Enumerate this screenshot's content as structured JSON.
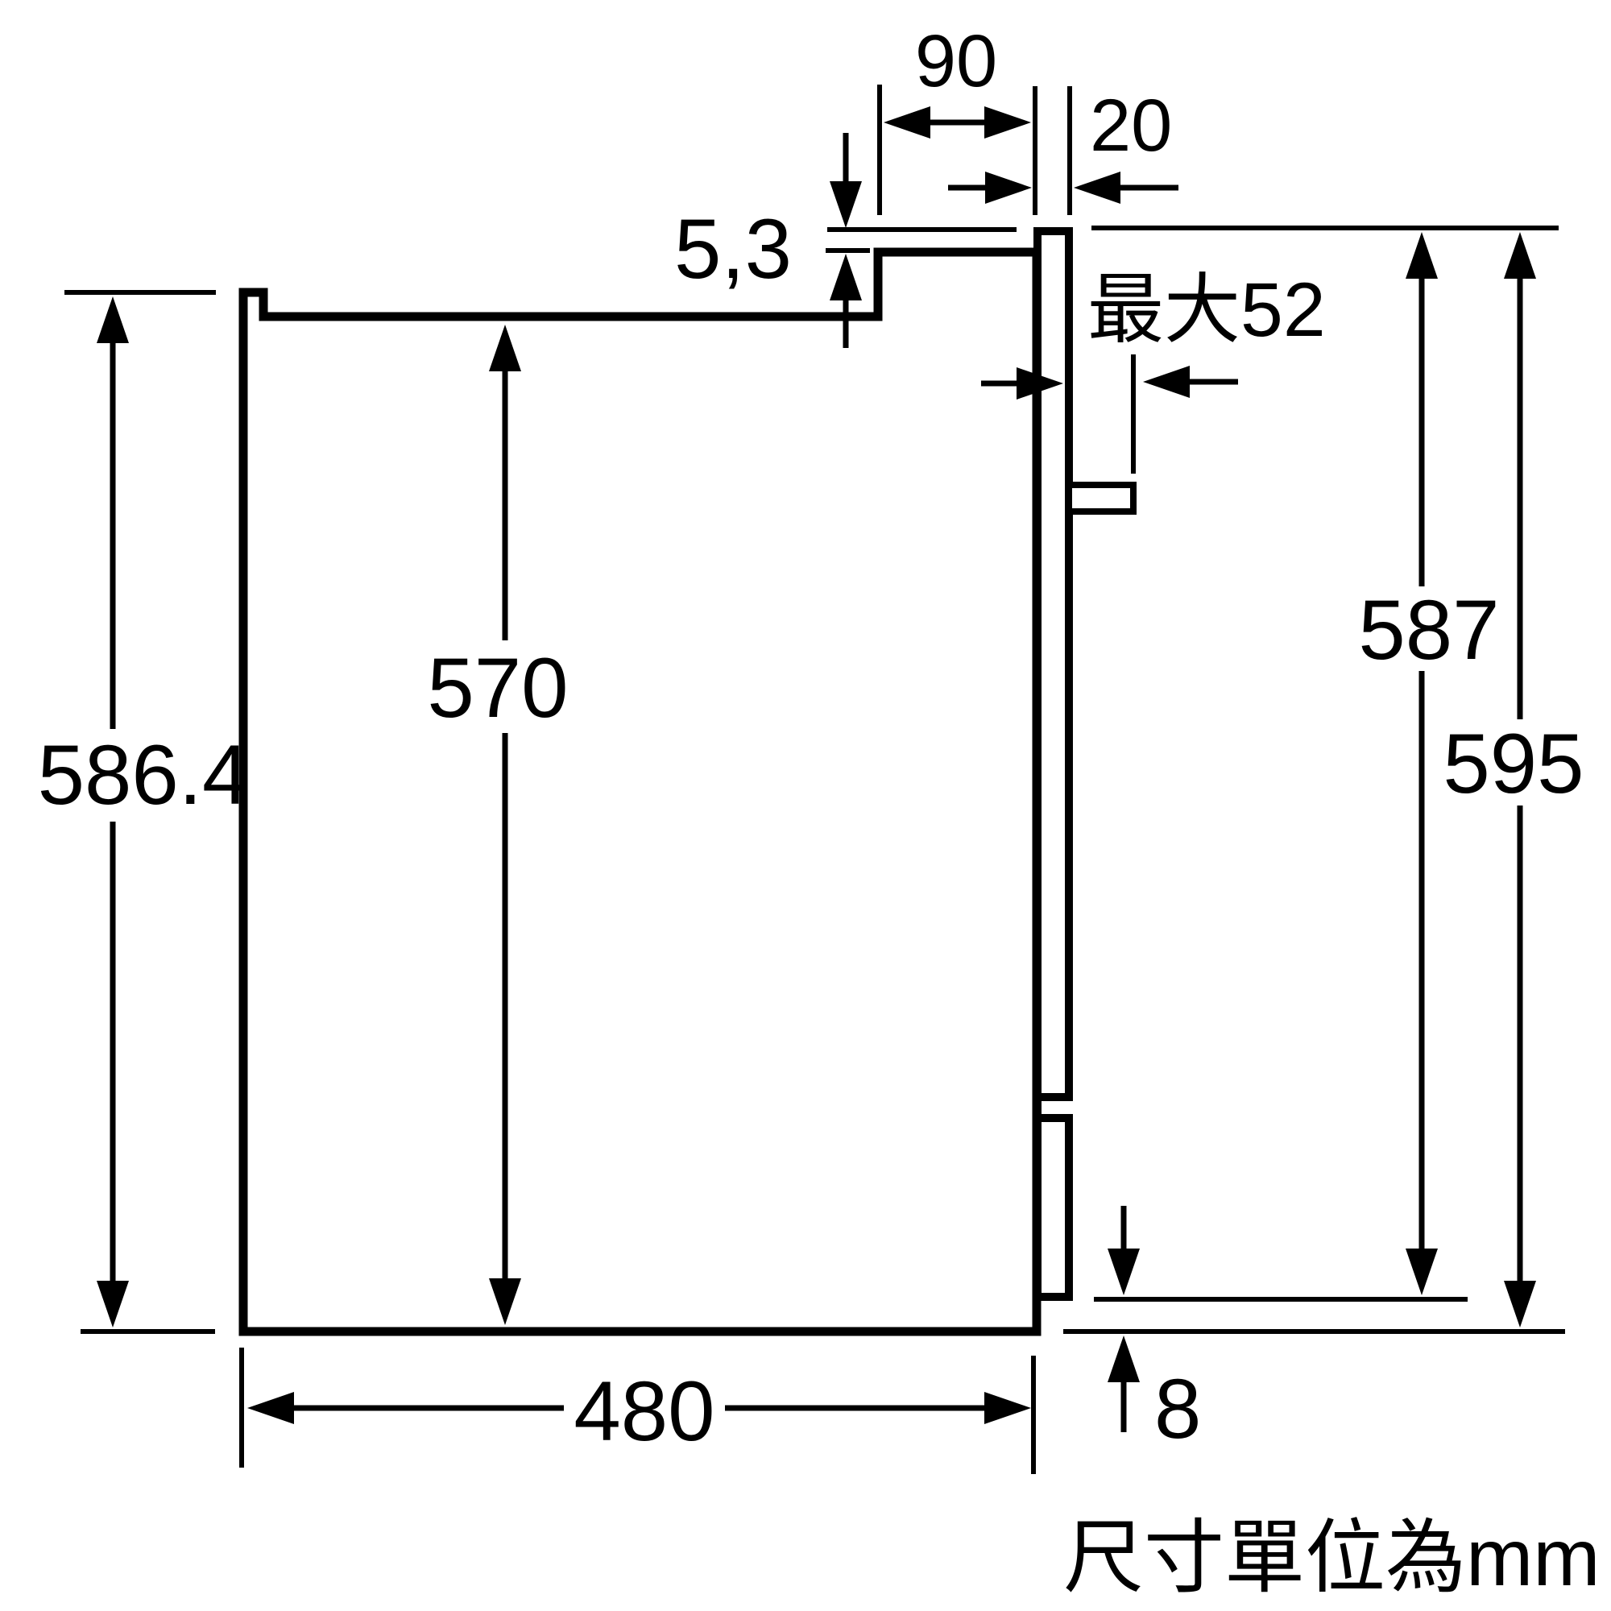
{
  "diagram": {
    "kind": "appliance installation dimension drawing (side view)",
    "unit_note": "尺寸單位為mm",
    "labels": {
      "top_recess_depth": "90",
      "front_protrusion": "20",
      "top_gap": "5,3",
      "handle_max_depth": "最大52",
      "height_to_door_bottom": "587",
      "total_front_height": "595",
      "body_height": "586.4",
      "interior_height": "570",
      "body_depth": "480",
      "bottom_offset": "8"
    },
    "colors": {
      "line": "#000000",
      "background": "#ffffff"
    }
  }
}
